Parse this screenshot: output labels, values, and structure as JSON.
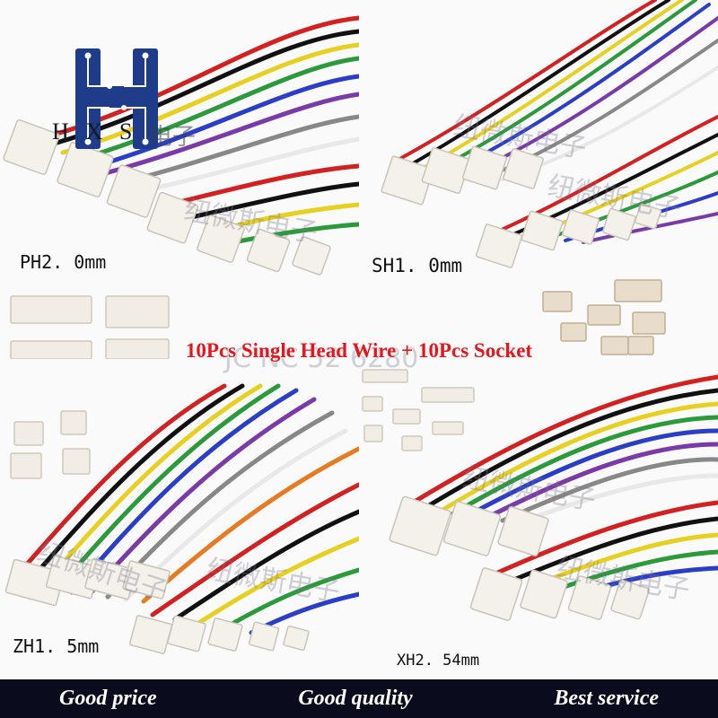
{
  "logo": {
    "letters": [
      "H",
      "X",
      "S"
    ],
    "text_cn": "电子"
  },
  "panels": {
    "top_left": {
      "label": "PH2. 0mm"
    },
    "top_right": {
      "label": "SH1. 0mm"
    },
    "bottom_left": {
      "label": "ZH1. 5mm"
    },
    "bottom_right": {
      "label": "XH2. 54mm"
    }
  },
  "watermark_cn": "纽微斯电子",
  "watermark_code": "JC NC  52 6280",
  "headline": "10Pcs Single Head Wire + 10Pcs Socket",
  "footer": [
    "Good price",
    "Good quality",
    "Best service"
  ],
  "colors": {
    "headline": "#e8141c",
    "footer_bg": "#0b0b1e",
    "footer_text": "#ffffff",
    "logo_blue": "#1f3c8a"
  },
  "wire_colors": [
    "#111111",
    "#d32020",
    "#e8d020",
    "#2a9a3a",
    "#2a3ec8",
    "#7a3aa8",
    "#888888",
    "#f2f2f2",
    "#e87a20"
  ]
}
